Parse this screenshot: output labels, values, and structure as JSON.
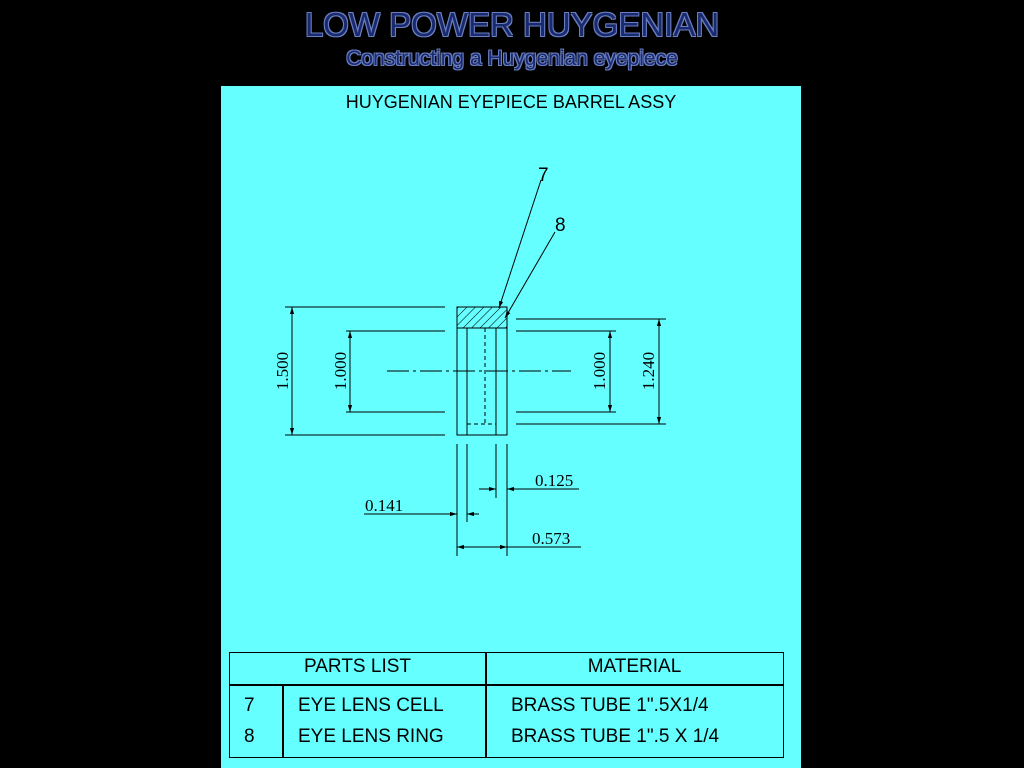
{
  "header": {
    "title": "LOW POWER HUYGENIAN",
    "subtitle": "Constructing a Huygenian eyepiece"
  },
  "drawing": {
    "title": "HUYGENIAN EYEPIECE BARREL ASSY",
    "callouts": [
      "7",
      "8"
    ],
    "dimensions": {
      "outer_left": "1.500",
      "inner_left": "1.000",
      "inner_right": "1.000",
      "outer_right": "1.240",
      "wall": "0.125",
      "offset": "0.141",
      "width": "0.573"
    }
  },
  "parts_list": {
    "header_parts": "PARTS LIST",
    "header_material": "MATERIAL",
    "rows": [
      {
        "no": "7",
        "name": "EYE LENS CELL",
        "material": "BRASS TUBE 1\".5X1/4"
      },
      {
        "no": "8",
        "name": "EYE LENS RING",
        "material": "BRASS TUBE 1\".5 X 1/4"
      }
    ]
  },
  "colors": {
    "sheet": "#66ffff",
    "background": "#000000",
    "title": "#1a2a6e"
  }
}
